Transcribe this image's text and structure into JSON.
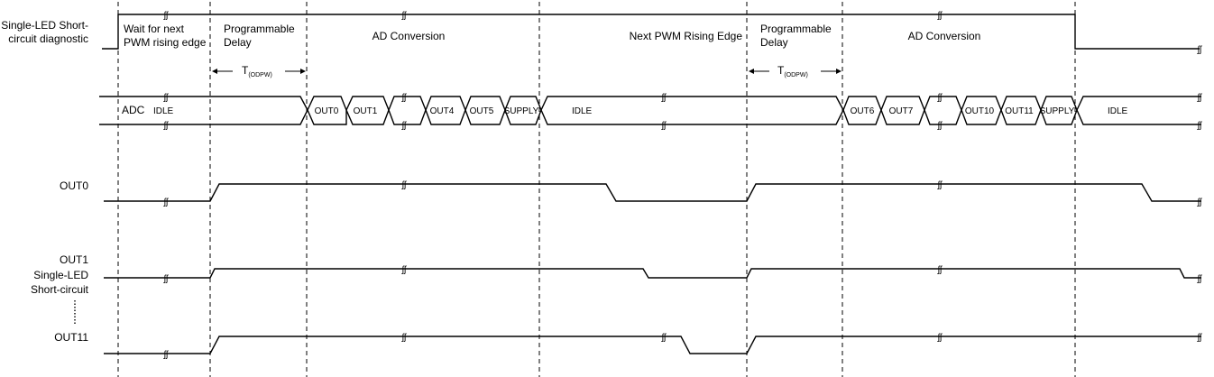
{
  "signals": {
    "diag_line1": "Single-LED Short-",
    "diag_line2": "circuit diagnostic",
    "out0": "OUT0",
    "out1": "OUT1",
    "out1_sub1": "Single-LED",
    "out1_sub2": "Short-circuit",
    "out11": "OUT11"
  },
  "phases": {
    "wait_line1": "Wait for next",
    "wait_line2": "PWM rising edge",
    "prog_line1": "Programmable",
    "prog_line2": "Delay",
    "ad_conversion": "AD Conversion",
    "next_pwm": "Next PWM Rising Edge"
  },
  "timing": {
    "t_main": "T",
    "t_sub": "(ODPW)"
  },
  "adc_bus": {
    "adc_label": "ADC",
    "idle": "IDLE",
    "cells_group1": [
      "OUT0",
      "OUT1",
      "OUT4",
      "OUT5",
      "SUPPLY"
    ],
    "cells_group2": [
      "OUT6",
      "OUT7",
      "OUT10",
      "OUT11",
      "SUPPLY"
    ]
  }
}
